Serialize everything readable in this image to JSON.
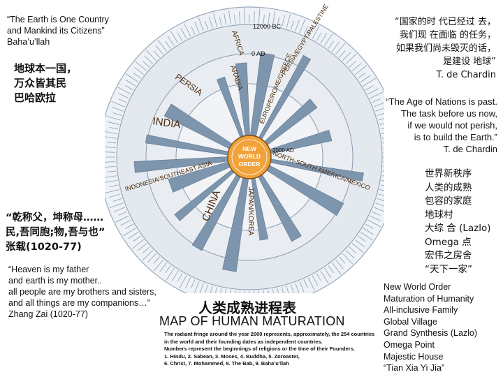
{
  "quote_top_left_en": [
    "“The Earth is One Country",
    "and Mankind its Citizens”",
    "Baha’u’llah"
  ],
  "quote_top_left_cn": [
    "地球本一国，",
    "万众皆其民",
    "巴哈欧拉"
  ],
  "quote_top_right_cn": [
    "“国家的时 代已经过 去，",
    "我们现 在面临 的任务，",
    "如果我们尚未毁灭的话，",
    "是建设 地球”",
    "T. de Chardin"
  ],
  "quote_top_right_en": [
    "“The Age of Nations is past.",
    "The task before us now,",
    "if we would not perish,",
    "is to build the Earth.”",
    "T. de Chardin"
  ],
  "new_world_order_cn": [
    "世界新秩序",
    "人类的成熟",
    "包容的家庭",
    "地球村",
    "大综 合 (Lazlo)",
    "Omega 点",
    "宏伟之房舍",
    "“天下一家”"
  ],
  "zhang_zai_cn": [
    "“乾称父，坤称母……",
    "民,吾同胞;物,吾与也”",
    "张载(1020-77)"
  ],
  "zhang_zai_en": [
    "“Heaven is my father",
    "and earth is my mother..",
    "all people are my brothers and sisters,",
    "and all things are my companions…”",
    "Zhang Zai (1020-77)"
  ],
  "new_world_order_en": [
    "New World Order",
    "Maturation of Humanity",
    "All-inclusive Family",
    "Global Village",
    "Grand Synthesis (Lazlo)",
    "Omega Point",
    "Majestic House",
    "“Tian Xia Yi Jia”"
  ],
  "map_title_cn": "人类成熟进程表",
  "map_title_en": "MAP OF HUMAN MATURATION",
  "footnote": [
    "The radiant fringe around the year 2000 represents, approximately, the 254 countries",
    "in the world and their founding dates as independent countries.",
    "Numbers represent the beginnings of religions or the time of their Founders.",
    "1. Hindu,    2. Sabean,   3. Moses,   4. Buddha,   5. Zoroaster,",
    "6. Christ,   7. Mohammed,   8. The Bab,   9. Baha’u’llah"
  ],
  "diagram": {
    "center_label": [
      "NEW",
      "WORLD",
      "ORDER"
    ],
    "dates": [
      "12000 BC",
      "0 AD",
      "2000 AD"
    ],
    "regions": [
      "AFRICA",
      "ARABIA",
      "PERSIA",
      "INDIA",
      "CHINA",
      "JAPAN/KOREA",
      "INDONESIA/SOUTHEAST ASIA",
      "NORTH-SOUTH AMERICA/MEXICO",
      "EUROPE/ROME/GREECE",
      "PERSIA/EGYPT/PALESTINE"
    ]
  },
  "colors": {
    "ring_fill": "#e4e9ef",
    "ring_line": "#7a8ea5",
    "center_fill": "#f2a23a",
    "branch": "#7e95ae"
  }
}
